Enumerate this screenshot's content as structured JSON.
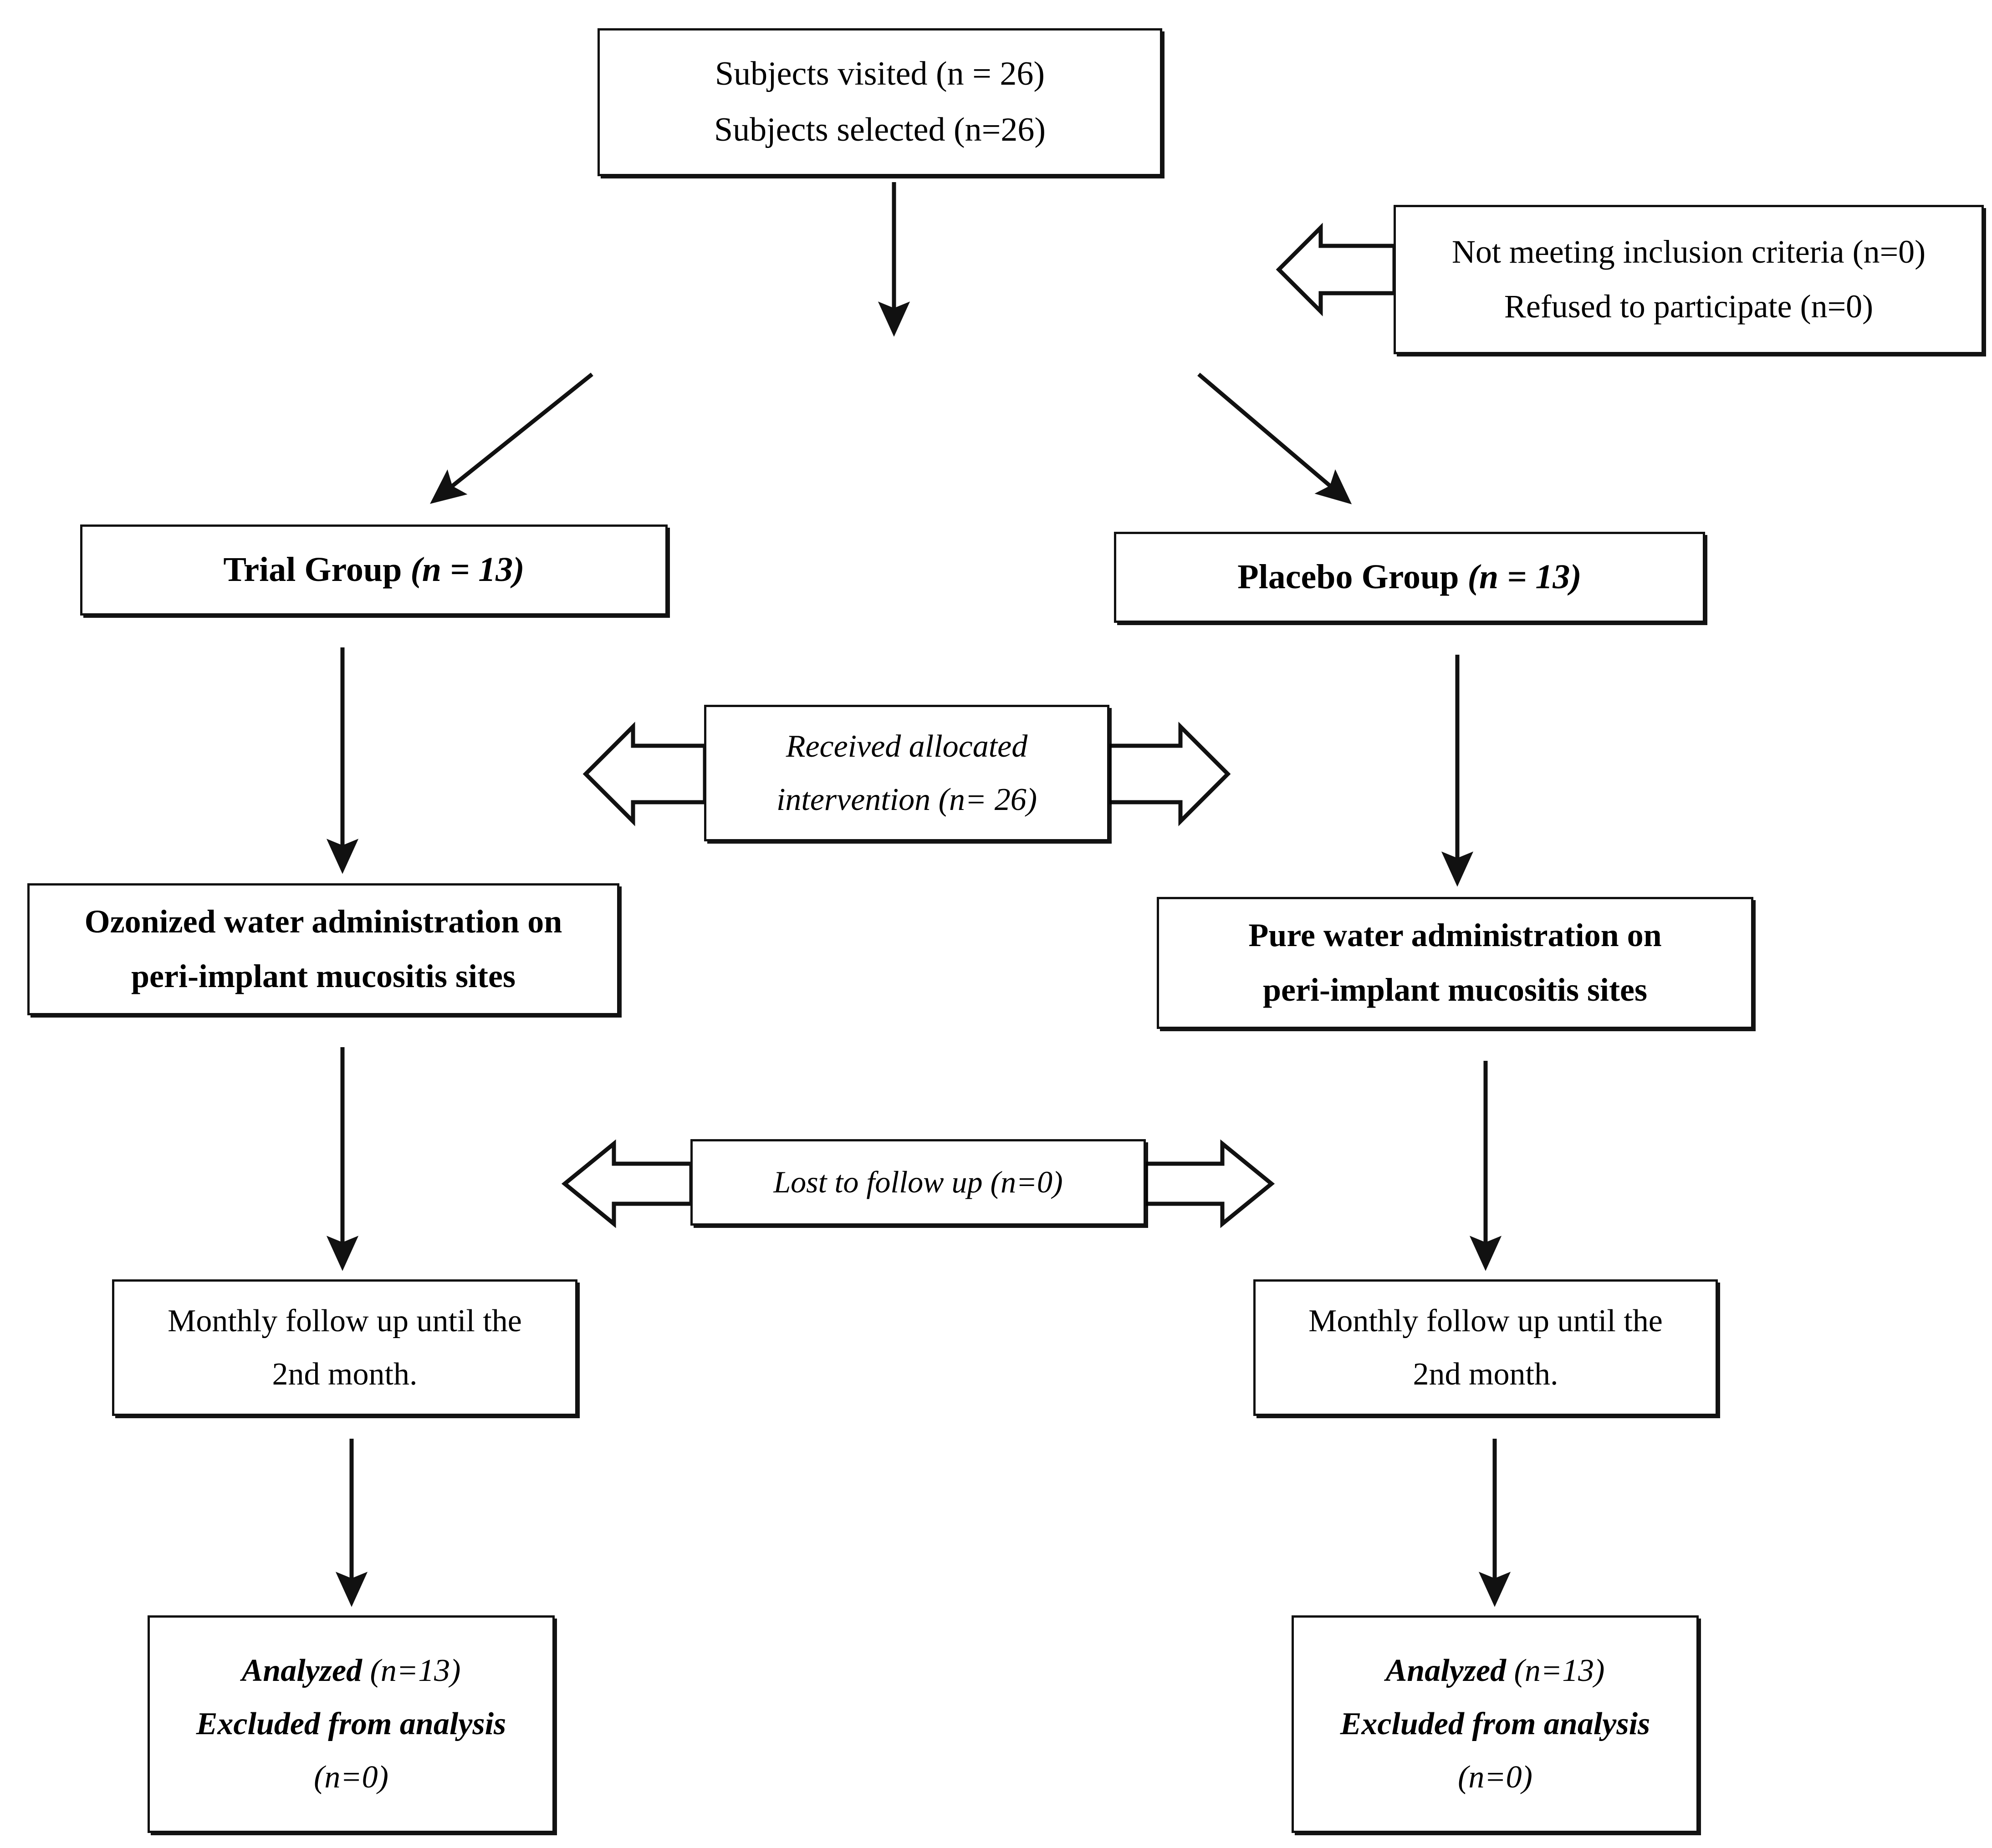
{
  "diagram": {
    "title": "CONSORT participant flow diagram",
    "colors": {
      "stroke": "#111111",
      "fill": "#ffffff",
      "text": "#000000"
    }
  },
  "nodes": {
    "top": {
      "name": "enrollment-box",
      "lines": [
        {
          "text": "Subjects visited (n = 26)",
          "style": "regular"
        },
        {
          "text": "Subjects selected (n=26)",
          "style": "regular"
        }
      ]
    },
    "excluded": {
      "name": "exclusion-box",
      "lines": [
        {
          "text": "Not meeting inclusion criteria (n=0)",
          "style": "regular"
        },
        {
          "text": "Refused to participate (n=0)",
          "style": "regular"
        }
      ]
    },
    "trial_group": {
      "name": "trial-group-box",
      "label": "Trial Group ",
      "count": "(n = 13)"
    },
    "placebo_group": {
      "name": "placebo-group-box",
      "label": "Placebo Group ",
      "count": "(n = 13)"
    },
    "received": {
      "name": "received-allocated-intervention-box",
      "lines": [
        {
          "text": "Received allocated",
          "style": "italic"
        },
        {
          "text": "intervention (n= 26)",
          "style": "italic"
        }
      ]
    },
    "ozonized": {
      "name": "ozonized-water-box",
      "lines": [
        {
          "text": "Ozonized water administration on",
          "style": "bold"
        },
        {
          "text": "peri-implant mucositis sites",
          "style": "bold"
        }
      ]
    },
    "pure": {
      "name": "pure-water-box",
      "lines": [
        {
          "text": "Pure water administration on",
          "style": "bold"
        },
        {
          "text": "peri-implant mucositis sites",
          "style": "bold"
        }
      ]
    },
    "lost": {
      "name": "lost-to-follow-up-box",
      "lines": [
        {
          "text": "Lost to follow up (n=0)",
          "style": "italic"
        }
      ]
    },
    "followup_left": {
      "name": "followup-left-box",
      "lines": [
        {
          "text": "Monthly follow up until the",
          "style": "regular"
        },
        {
          "text": "2nd month.",
          "style": "regular"
        }
      ]
    },
    "followup_right": {
      "name": "followup-right-box",
      "lines": [
        {
          "text": "Monthly follow up until the",
          "style": "regular"
        },
        {
          "text": "2nd month.",
          "style": "regular"
        }
      ]
    },
    "analyzed_left": {
      "name": "analyzed-left-box",
      "analyzed_label": "Analyzed ",
      "analyzed_count": "(n=13)",
      "excluded_label": "Excluded from analysis",
      "excluded_count": "(n=0)"
    },
    "analyzed_right": {
      "name": "analyzed-right-box",
      "analyzed_label": "Analyzed ",
      "analyzed_count": "(n=13)",
      "excluded_label": "Excluded from analysis",
      "excluded_count": "(n=0)"
    }
  },
  "connectors": [
    {
      "name": "arrow-enrollment-down",
      "type": "thin-arrow",
      "from": "enrollment-box",
      "to": "split-point"
    },
    {
      "name": "arrow-split-to-trial",
      "type": "thin-arrow",
      "from": "split-point",
      "to": "trial-group-box"
    },
    {
      "name": "arrow-split-to-placebo",
      "type": "thin-arrow",
      "from": "split-point",
      "to": "placebo-group-box"
    },
    {
      "name": "arrow-exclusion-left",
      "type": "block-arrow",
      "from": "exclusion-box",
      "to": "enrollment-flow"
    },
    {
      "name": "arrow-trial-to-ozonized",
      "type": "thin-arrow",
      "from": "trial-group-box",
      "to": "ozonized-water-box"
    },
    {
      "name": "arrow-placebo-to-pure",
      "type": "thin-arrow",
      "from": "placebo-group-box",
      "to": "pure-water-box"
    },
    {
      "name": "arrow-received-left",
      "type": "block-arrow",
      "from": "received-box",
      "to": "trial-flow"
    },
    {
      "name": "arrow-received-right",
      "type": "block-arrow",
      "from": "received-box",
      "to": "placebo-flow"
    },
    {
      "name": "arrow-ozonized-to-followup",
      "type": "thin-arrow",
      "from": "ozonized-water-box",
      "to": "followup-left-box"
    },
    {
      "name": "arrow-pure-to-followup",
      "type": "thin-arrow",
      "from": "pure-water-box",
      "to": "followup-right-box"
    },
    {
      "name": "arrow-lost-left",
      "type": "block-arrow",
      "from": "lost-box",
      "to": "trial-flow"
    },
    {
      "name": "arrow-lost-right",
      "type": "block-arrow",
      "from": "lost-box",
      "to": "placebo-flow"
    },
    {
      "name": "arrow-followup-left-analyzed",
      "type": "thin-arrow",
      "from": "followup-left-box",
      "to": "analyzed-left-box"
    },
    {
      "name": "arrow-followup-right-analyzed",
      "type": "thin-arrow",
      "from": "followup-right-box",
      "to": "analyzed-right-box"
    }
  ]
}
